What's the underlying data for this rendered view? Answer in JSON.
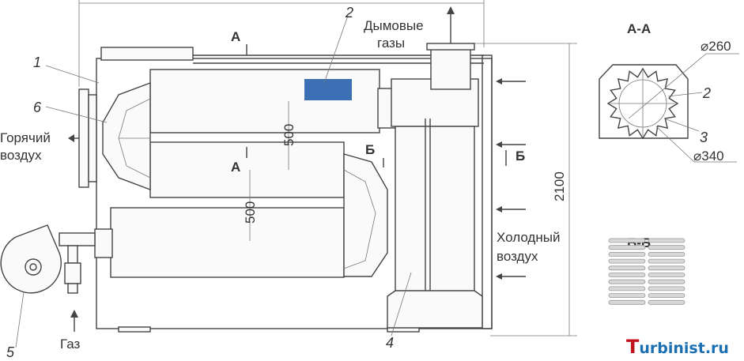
{
  "labels": {
    "flue_gases_line1": "Дымовые",
    "flue_gases_line2": "газы",
    "hot_air_line1": "Горячий",
    "hot_air_line2": "воздух",
    "cold_air_line1": "Холодный",
    "cold_air_line2": "воздух",
    "gas": "Газ"
  },
  "callouts": {
    "n1": "1",
    "n2": "2",
    "n3": "3",
    "n4": "4",
    "n5": "5",
    "n6": "6",
    "s2": "2"
  },
  "sections": {
    "a_top": "А",
    "a_mid": "А",
    "b_left": "Б",
    "b_right": "Б",
    "aa_title": "А-А",
    "bb_title": "Б-Б"
  },
  "dimensions": {
    "d500_top": "500",
    "d500_bottom": "500",
    "height": "2100",
    "d260": "⌀260",
    "d340": "⌀340"
  },
  "watermark": {
    "first": "T",
    "rest": "urbinist.ru"
  },
  "colors": {
    "highlight": "#3d6fb4",
    "logo_blue": "#1c6fb0",
    "logo_red": "#c0141c"
  }
}
